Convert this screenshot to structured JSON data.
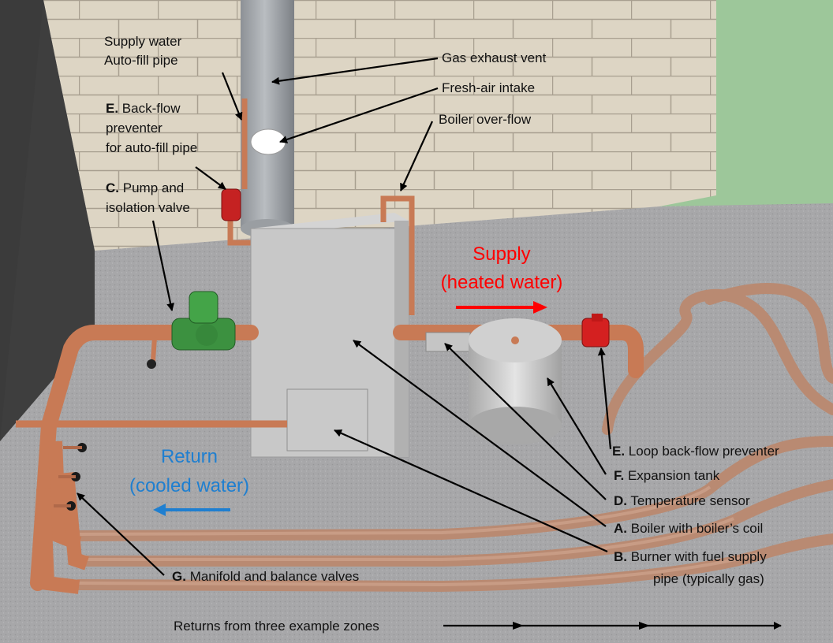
{
  "labels": {
    "supply_line1": "Supply water",
    "supply_line2": "Auto-fill pipe",
    "e_letter": "E.",
    "e_line1": "Back-flow",
    "e_line2": "preventer",
    "e_line3": "for auto-fill pipe",
    "c_letter": "C.",
    "c_line1": "Pump and",
    "c_line2": "isolation valve",
    "gas_vent": "Gas exhaust vent",
    "fresh_air": "Fresh-air intake",
    "overflow": "Boiler over-flow",
    "loop_letter": "E.",
    "loop_text": "Loop back-flow preventer",
    "f_letter": "F.",
    "f_text": "Expansion tank",
    "d_letter": "D.",
    "d_text": "Temperature sensor",
    "a_letter": "A.",
    "a_text": "Boiler with boiler’s coil",
    "b_letter": "B.",
    "b_line1": "Burner with fuel supply",
    "b_line2": "pipe (typically gas)",
    "g_letter": "G.",
    "g_text": "Manifold and balance valves",
    "returns": "Returns from three example zones"
  },
  "flows": {
    "supply_line1": "Supply",
    "supply_line2": "(heated water)",
    "return_line1": "Return",
    "return_line2": "(cooled water)"
  },
  "colors": {
    "supply": "#ff0000",
    "return": "#1f7fd0",
    "copper": "#c87a55",
    "pump": "#3a8f3a",
    "valve_red": "#d42020",
    "wall": "#e0d8c8",
    "floor": "#a9a9ab",
    "boiler": "#c8c8c8"
  }
}
